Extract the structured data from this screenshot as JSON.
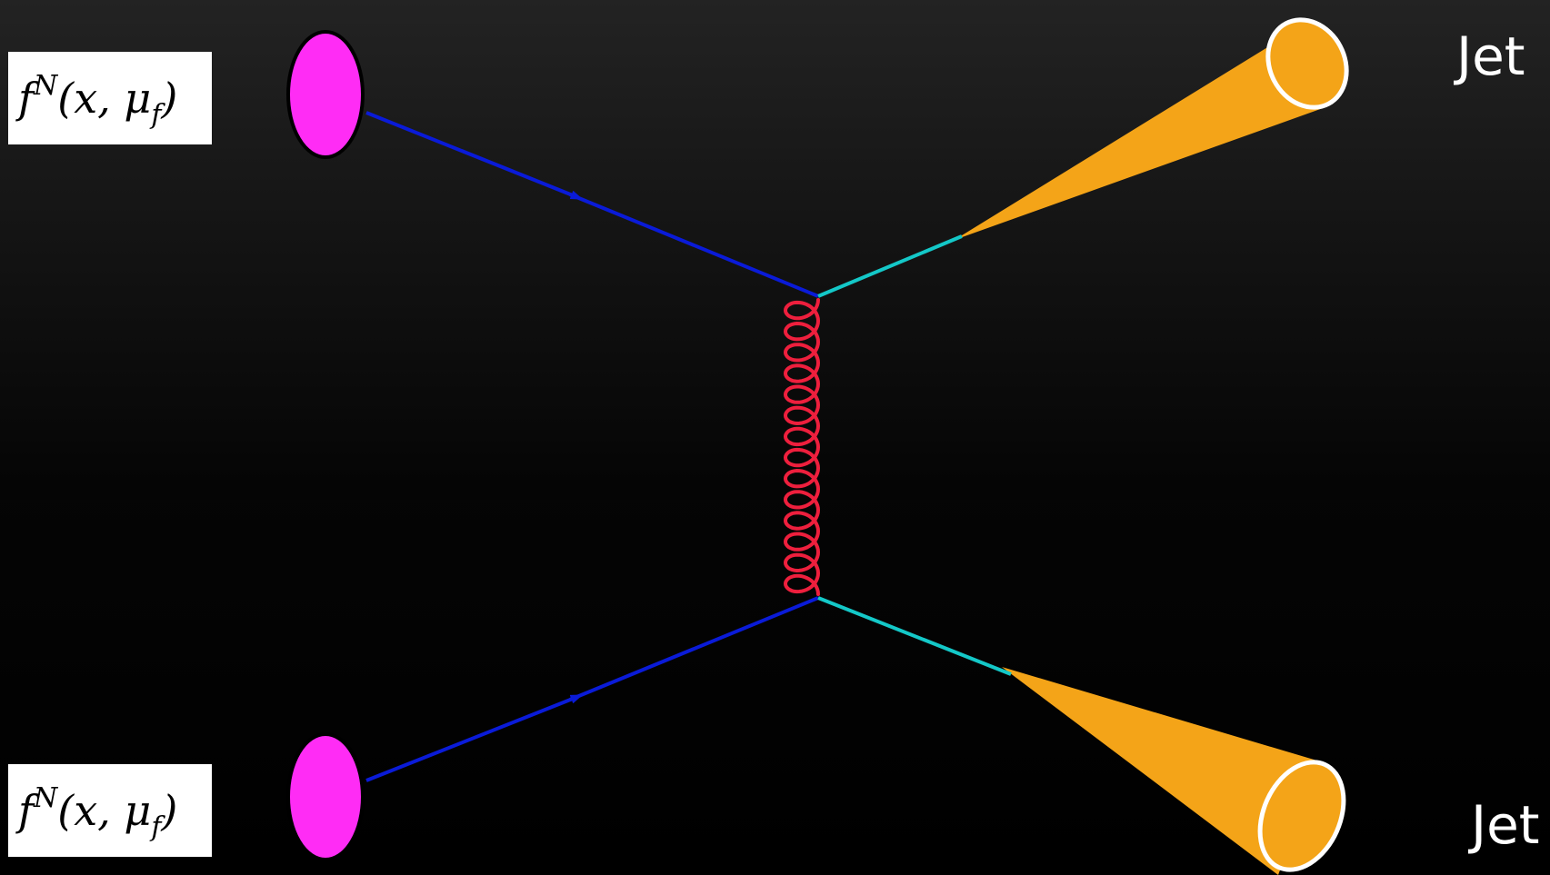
{
  "pdf_labels": {
    "top": {
      "f": "f",
      "sup": "N",
      "args_open": "(x, μ",
      "sub": "f",
      "args_close": ")"
    },
    "bottom": {
      "f": "f",
      "sup": "N",
      "args_open": "(x, μ",
      "sub": "f",
      "args_close": ")"
    }
  },
  "jets": {
    "top_label": "Jet",
    "bottom_label": "Jet"
  },
  "colors": {
    "background_top": "#232323",
    "background_bottom": "#000000",
    "nucleon": "#ff2cf5",
    "incoming_quark": "#0a1bd8",
    "outgoing_quark": "#14c8c8",
    "gluon": "#ee1f3d",
    "jet_cone": "#f4a418",
    "jet_rim": "#ffffff",
    "label_box": "#ffffff"
  },
  "icons": {
    "nucleon": "magenta-ellipse",
    "gluon": "coiled-spring-line",
    "jet": "cone-icon"
  }
}
